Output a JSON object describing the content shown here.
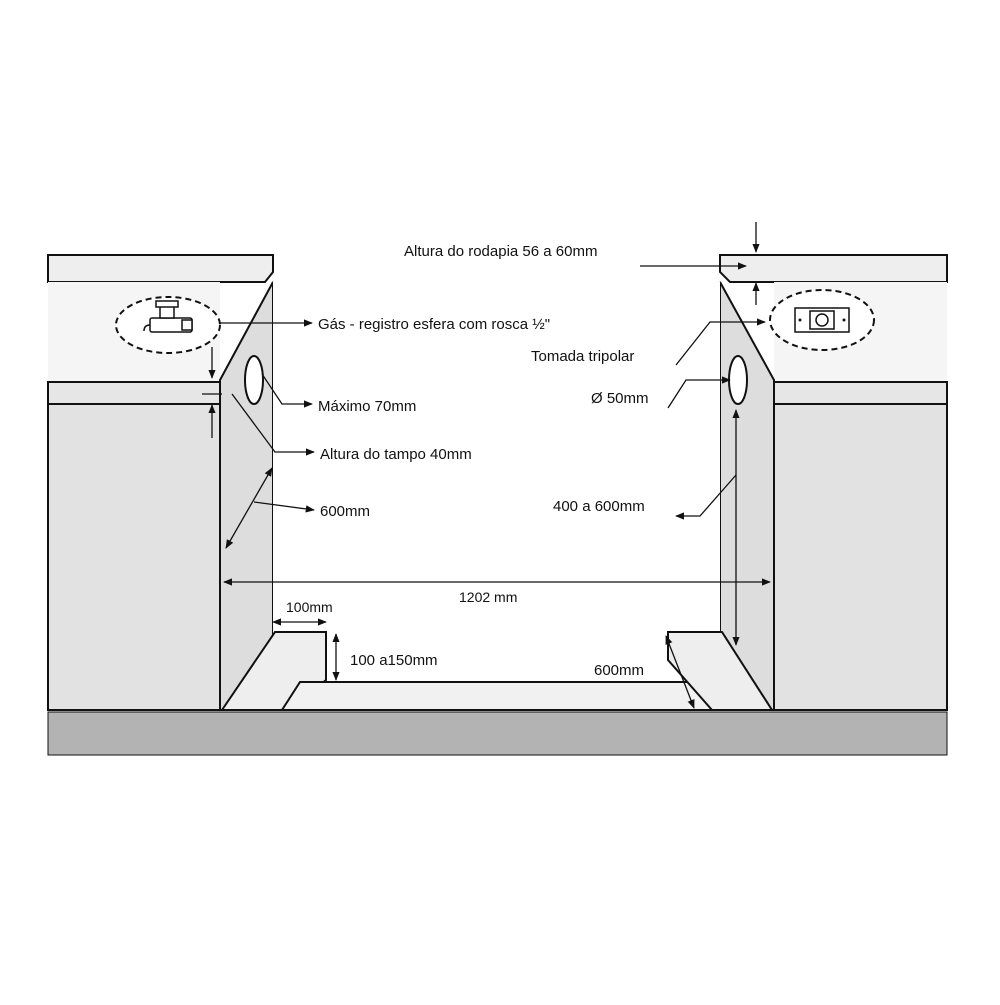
{
  "diagram": {
    "labels": {
      "baseboard_height": "Altura do rodapia 56 a 60mm",
      "gas": "Gás - registro esfera com rosca ½\"",
      "socket": "Tomada tripolar",
      "max_height": "Máximo 70mm",
      "hole_diameter": "Ø 50mm",
      "countertop_height": "Altura do tampo 40mm",
      "depth_left": "600mm",
      "depth_range": "400 a 600mm",
      "opening_width": "1202 mm",
      "plinth_width": "100mm",
      "plinth_height": "100 a150mm",
      "depth_right": "600mm"
    },
    "colors": {
      "outline": "#111111",
      "wall": "#f3f3f3",
      "cabinet_face": "#e4e4e4",
      "countertop_front": "#e6e6e6",
      "opening_side": "#dcdcdc",
      "floor": "#b3b3b3",
      "dimension_line": "#111111"
    },
    "icons": {
      "gas_valve": "gas-valve-icon",
      "power_socket": "power-socket-icon"
    }
  }
}
